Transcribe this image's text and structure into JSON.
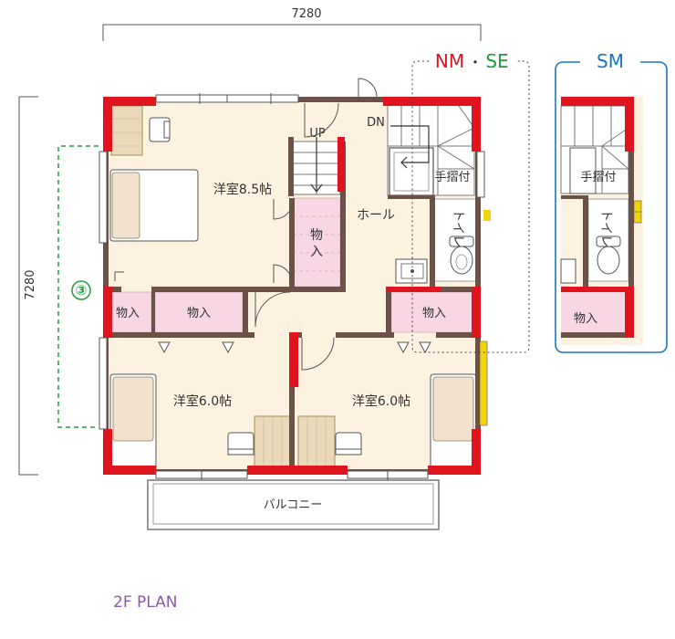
{
  "dimensions": {
    "width": "7280",
    "height": "7280"
  },
  "variants": {
    "nm": "NM",
    "dot": "・",
    "se": "SE",
    "sm": "SM"
  },
  "marker": "③",
  "rooms": {
    "western_85": "洋室8.5帖",
    "western_60_left": "洋室6.0帖",
    "western_60_right": "洋室6.0帖",
    "hall": "ホール",
    "balcony": "バルコニー",
    "toilet": "トイレ",
    "toilet_sm": "トイレ",
    "storage_stair_1": "物",
    "storage_stair_2": "入",
    "storage_1": "物入",
    "storage_2": "物入",
    "storage_3": "物入",
    "storage_sm": "物入"
  },
  "labels": {
    "up": "UP",
    "dn": "DN",
    "handrail": "手摺付",
    "handrail_sm": "手摺付"
  },
  "caption": "2F PLAN",
  "colors": {
    "wall_red": "#e0141e",
    "wall_brown": "#6b5146",
    "floor": "#fdf2df",
    "storage_pink": "#f8d6e4",
    "nm_red": "#e0141e",
    "se_green": "#1e9a3c",
    "sm_blue": "#1a75bb",
    "marker_green": "#2a9a40",
    "caption_purple": "#8a5aa8"
  }
}
